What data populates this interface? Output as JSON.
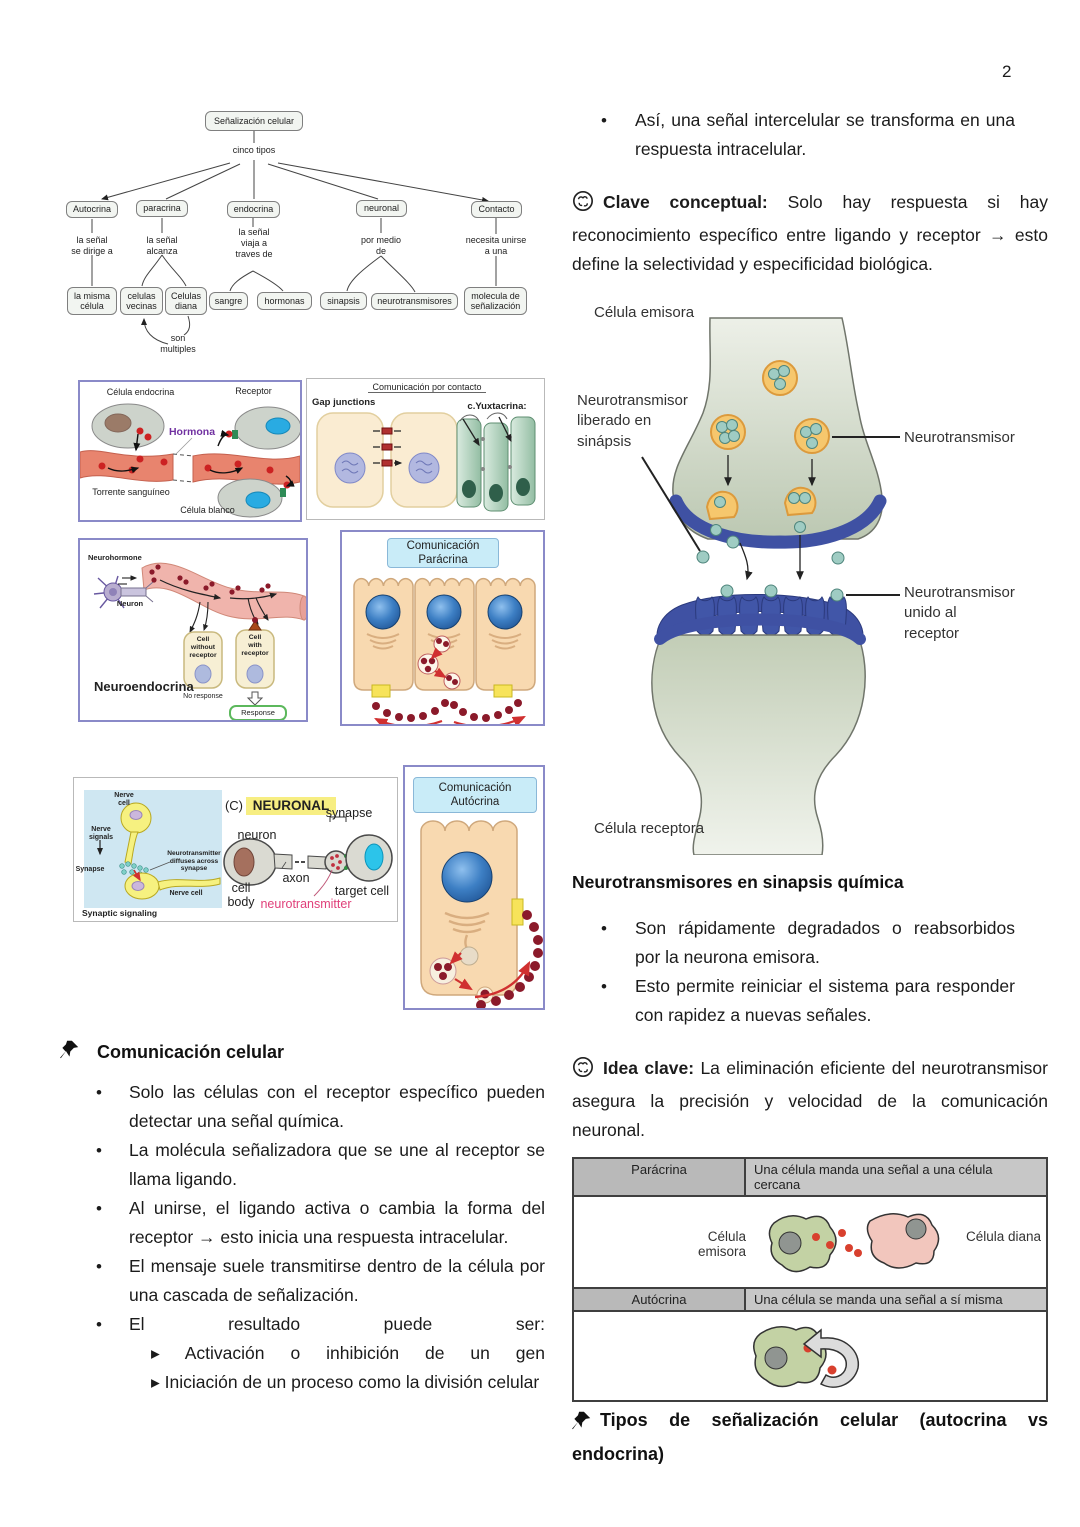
{
  "page_number": "2",
  "colors": {
    "hormona_purple": "#7030a0",
    "highlight_yellow": "#f7ee82",
    "figure_title_blue": "#c9ecf8",
    "membrane_blue": "#3f51a3",
    "vesicle_orange": "#f6c76d",
    "neurotransmitter_teal": "#9fccc3",
    "table_header_grey": "#b9b9b9",
    "emitter_cell_green": "#c3d2a4",
    "target_cell_pink": "#f2c6bd",
    "signal_dot_red": "#d8402e",
    "neurotransmitter_label_pink": "#e0407a"
  },
  "concept_map": {
    "root": "Señalización celular",
    "branch_label": "cinco tipos",
    "types": [
      "Autocrina",
      "paracrina",
      "endocrina",
      "neuronal",
      "Contacto"
    ],
    "edges": [
      "la señal\nse dirige a",
      "la señal\nalcanza",
      "la señal\nviaja a\ntraves de",
      "por medio\nde",
      "necesita unirse\na una"
    ],
    "leaves": [
      "la misma\ncélula",
      "celulas\nvecinas",
      "Celulas\ndiana",
      "sangre",
      "hormonas",
      "sinapsis",
      "neurotransmisores",
      "molecula de\nseñalización"
    ],
    "note": "son\nmultiples"
  },
  "fig_endocrina": {
    "celula_endocrina": "Célula endocrina",
    "receptor": "Receptor",
    "hormona": "Hormona",
    "torrente": "Torrente sanguíneo",
    "celula_blanco": "Célula blanco"
  },
  "fig_contacto": {
    "titulo": "Comunicación por contacto",
    "gap_junctions": "Gap junctions",
    "yuxtacrina": "c.Yuxtacrina:"
  },
  "fig_neuroendocrina": {
    "neurohormone": "Neurohormone",
    "neuron": "Neuron",
    "cell_without": "Cell\nwithout\nreceptor",
    "cell_with": "Cell\nwith\nreceptor",
    "no_response": "No response",
    "response": "Response",
    "caption": "Neuroendocrina"
  },
  "fig_paracrina": {
    "titulo": "Comunicación\nParácrina"
  },
  "fig_neuronal": {
    "nerve_cell_top": "Nerve\ncell",
    "nerve_signals": "Nerve\nsignals",
    "synapse_izq": "Synapse",
    "diffuses": "Neurotransmitter\ndiffuses across\nsynapse",
    "nerve_cell_bottom": "Nerve cell",
    "caption_izq": "Synaptic signaling",
    "c_label": "(C)",
    "neuronal": "NEURONAL",
    "neuron": "neuron",
    "synapse": "synapse",
    "axon": "axon",
    "cell_body": "cell\nbody",
    "neurotransmitter": "neurotransmitter",
    "target_cell": "target cell"
  },
  "fig_autocrina": {
    "titulo": "Comunicación\nAutócrina"
  },
  "seccion_comunicacion": {
    "heading": "Comunicación celular",
    "bullets": [
      "Solo las células con el receptor específico pueden detectar una señal química.",
      "La molécula señalizadora que se une al receptor se llama ligando.",
      "Al unirse, el ligando activa o cambia la forma del receptor → esto inicia una respuesta intracelular.",
      "El mensaje suele transmitirse dentro de la célula por una cascada de señalización.",
      "El resultado puede ser:"
    ],
    "sub_bullets": [
      "▸ Activación o inhibición de un gen",
      "▸ Iniciación de un proceso como la división celular"
    ]
  },
  "col_derecha": {
    "intro_bullet": "Así, una señal intercelular se transforma en una respuesta intracelular.",
    "clave_heading": "Clave conceptual:",
    "clave_body": "Solo hay respuesta si hay reconocimiento específico entre ligando y receptor → esto define la selectividad y especificidad biológica.",
    "sinapsis": {
      "celula_emisora": "Célula emisora",
      "nt_liberado": "Neurotransmisor\nliberado en\nsinápsis",
      "neurotransmisor": "Neurotransmisor",
      "nt_unido": "Neurotransmisor\nunido al\nreceptor",
      "celula_receptora": "Célula receptora"
    },
    "nt_heading": "Neurotransmisores en sinapsis química",
    "nt_bullets": [
      "Son rápidamente degradados o reabsorbidos por la neurona emisora.",
      "Esto permite reiniciar el sistema para responder con rapidez a nuevas señales."
    ],
    "idea_heading": "Idea clave:",
    "idea_body": "La eliminación eficiente del neurotransmisor asegura la precisión y velocidad de la comunicación neuronal.",
    "tabla": {
      "fila1_termino": "Parácrina",
      "fila1_def": "Una célula manda una señal a una célula cercana",
      "fila1_celula_izq": "Célula emisora",
      "fila1_celula_der": "Célula diana",
      "fila2_termino": "Autócrina",
      "fila2_def": "Una célula se manda una señal a sí misma"
    },
    "tipos_heading": "Tipos de señalización celular (autocrina vs endocrina)"
  }
}
